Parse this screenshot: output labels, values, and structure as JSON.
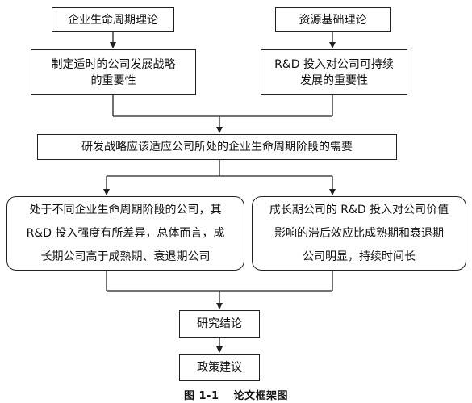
{
  "boxes": {
    "theory_life_cycle": "企业生命周期理论",
    "theory_resource": "资源基础理论",
    "importance_strategy": "制定适时的公司发展战略\n的重要性",
    "importance_rd": "R&D 投入对公司可持续\n发展的重要性",
    "need_strategy": "研发战略应该适应公司所处的企业生命周期阶段的需要",
    "finding_intensity": "处于不同企业生命周期阶段的公司，其\nR&D 投入强度有所差异，总体而言，成\n长期公司高于成熟期、衰退期公司",
    "finding_lag": "成长期公司的 R&D 投入对公司价值\n影响的滞后效应比成熟期和衰退期\n公司明显，持续时间长",
    "conclusion": "研究结论",
    "suggestion": "政策建议"
  },
  "caption": {
    "number": "图 1-1",
    "title": "论文框架图"
  },
  "colors": {
    "line": "#222222",
    "text": "#111111",
    "background": "#ffffff"
  }
}
